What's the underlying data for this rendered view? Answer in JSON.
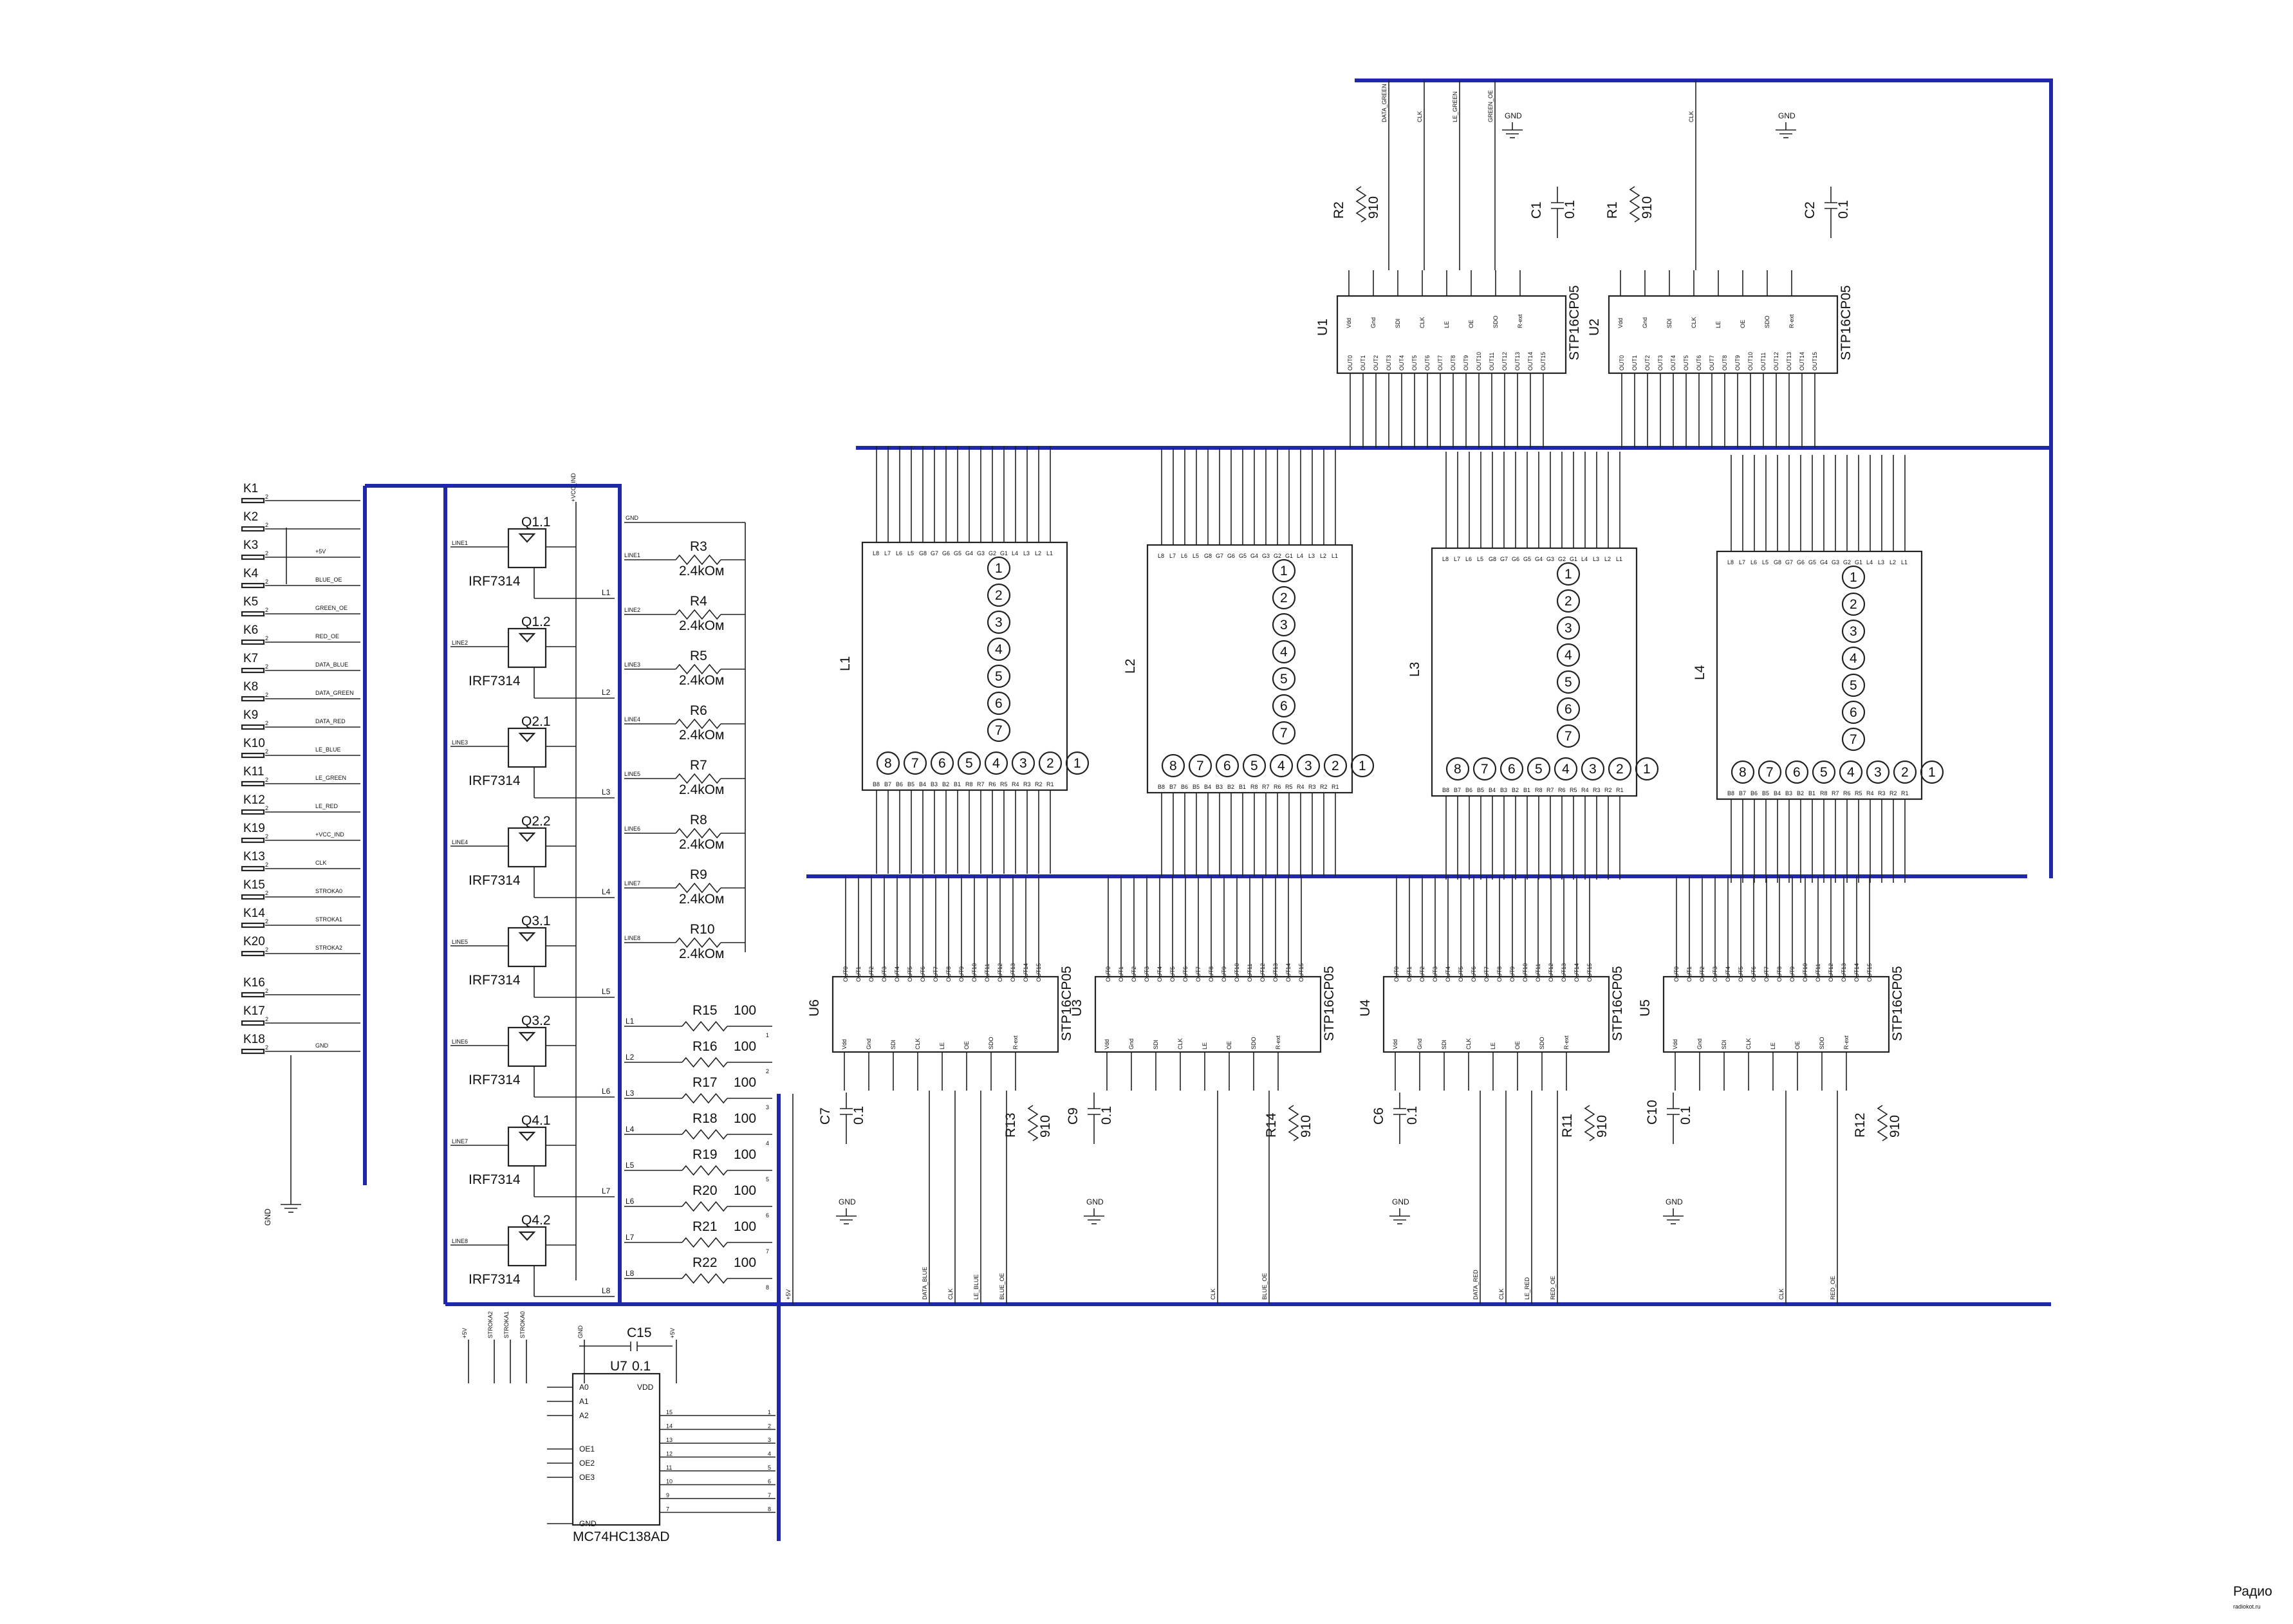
{
  "connectors": [
    "K1",
    "K2",
    "K3",
    "K4",
    "K5",
    "K6",
    "K7",
    "K8",
    "K9",
    "K10",
    "K11",
    "K12",
    "K19",
    "K13",
    "K15",
    "K14",
    "K20",
    "K16",
    "K17",
    "K18"
  ],
  "connector_nets": [
    "",
    "",
    "+5V",
    "BLUE_OE",
    "GREEN_OE",
    "RED_OE",
    "DATA_BLUE",
    "DATA_GREEN",
    "DATA_RED",
    "LE_BLUE",
    "LE_GREEN",
    "LE_RED",
    "+VCC_IND",
    "CLK",
    "STROKA0",
    "STROKA1",
    "STROKA2",
    "",
    "",
    "GND"
  ],
  "gnd_label": "GND",
  "vcc_label": "+5V",
  "vcc_ind_label": "+VCC_IND",
  "mosfets": [
    {
      "ref": "Q1.1",
      "part": "IRF7314",
      "gate": "LINE1",
      "out": "L1"
    },
    {
      "ref": "Q1.2",
      "part": "IRF7314",
      "gate": "LINE2",
      "out": "L2"
    },
    {
      "ref": "Q2.1",
      "part": "IRF7314",
      "gate": "LINE3",
      "out": "L3"
    },
    {
      "ref": "Q2.2",
      "part": "IRF7314",
      "gate": "LINE4",
      "out": "L4"
    },
    {
      "ref": "Q3.1",
      "part": "IRF7314",
      "gate": "LINE5",
      "out": "L5"
    },
    {
      "ref": "Q3.2",
      "part": "IRF7314",
      "gate": "LINE6",
      "out": "L6"
    },
    {
      "ref": "Q4.1",
      "part": "IRF7314",
      "gate": "LINE7",
      "out": "L7"
    },
    {
      "ref": "Q4.2",
      "part": "IRF7314",
      "gate": "LINE8",
      "out": "L8"
    }
  ],
  "pullups": [
    {
      "ref": "R3",
      "value": "2.4kOм",
      "net": "LINE1"
    },
    {
      "ref": "R4",
      "value": "2.4kOм",
      "net": "LINE2"
    },
    {
      "ref": "R5",
      "value": "2.4kOм",
      "net": "LINE3"
    },
    {
      "ref": "R6",
      "value": "2.4kOм",
      "net": "LINE4"
    },
    {
      "ref": "R7",
      "value": "2.4kOм",
      "net": "LINE5"
    },
    {
      "ref": "R8",
      "value": "2.4kOм",
      "net": "LINE6"
    },
    {
      "ref": "R9",
      "value": "2.4kOм",
      "net": "LINE7"
    },
    {
      "ref": "R10",
      "value": "2.4kOм",
      "net": "LINE8"
    }
  ],
  "series_res": [
    {
      "ref": "R15",
      "value": "100",
      "net": "L1",
      "pin": "1"
    },
    {
      "ref": "R16",
      "value": "100",
      "net": "L2",
      "pin": "2"
    },
    {
      "ref": "R17",
      "value": "100",
      "net": "L3",
      "pin": "3"
    },
    {
      "ref": "R18",
      "value": "100",
      "net": "L4",
      "pin": "4"
    },
    {
      "ref": "R19",
      "value": "100",
      "net": "L5",
      "pin": "5"
    },
    {
      "ref": "R20",
      "value": "100",
      "net": "L6",
      "pin": "6"
    },
    {
      "ref": "R21",
      "value": "100",
      "net": "L7",
      "pin": "7"
    },
    {
      "ref": "R22",
      "value": "100",
      "net": "L8",
      "pin": "8"
    }
  ],
  "decoder": {
    "ref": "U7",
    "part": "MC74HC138AD",
    "cap_ref": "C15",
    "cap_value": "0.1",
    "pins_left": [
      "A0",
      "A1",
      "A2",
      "OE1",
      "OE2",
      "OE3",
      "GND"
    ],
    "pins_right": [
      "VDD"
    ],
    "nets_top": [
      "+5V",
      "STROKA2",
      "STROKA1",
      "STROKA0",
      "GND",
      "+5V"
    ],
    "outputs": [
      "1",
      "2",
      "3",
      "4",
      "5",
      "6",
      "7",
      "8"
    ],
    "out_pins": [
      "15",
      "14",
      "13",
      "12",
      "11",
      "10",
      "9",
      "7"
    ]
  },
  "matrices": [
    {
      "ref": "L1",
      "rows": [
        "1",
        "2",
        "3",
        "4",
        "5",
        "6",
        "7"
      ],
      "cols": [
        "8",
        "7",
        "6",
        "5",
        "4",
        "3",
        "2",
        "1"
      ]
    },
    {
      "ref": "L2",
      "rows": [
        "1",
        "2",
        "3",
        "4",
        "5",
        "6",
        "7"
      ],
      "cols": [
        "8",
        "7",
        "6",
        "5",
        "4",
        "3",
        "2",
        "1"
      ]
    },
    {
      "ref": "L3",
      "rows": [
        "1",
        "2",
        "3",
        "4",
        "5",
        "6",
        "7"
      ],
      "cols": [
        "8",
        "7",
        "6",
        "5",
        "4",
        "3",
        "2",
        "1"
      ]
    },
    {
      "ref": "L4",
      "rows": [
        "1",
        "2",
        "3",
        "4",
        "5",
        "6",
        "7"
      ],
      "cols": [
        "8",
        "7",
        "6",
        "5",
        "4",
        "3",
        "2",
        "1"
      ]
    }
  ],
  "matrix_top_pins": [
    "L8",
    "L7",
    "L6",
    "L5",
    "G8",
    "G7",
    "G6",
    "G5",
    "G4",
    "G3",
    "G2",
    "G1",
    "L4",
    "L3",
    "L2",
    "L1"
  ],
  "matrix_bottom_pins": [
    "B8",
    "B7",
    "B6",
    "B5",
    "B4",
    "B3",
    "B2",
    "B1",
    "R8",
    "R7",
    "R6",
    "R5",
    "R4",
    "R3",
    "R2",
    "R1"
  ],
  "drivers": [
    {
      "ref": "U1",
      "part": "STP16CP05",
      "res": "R2",
      "res_value": "910",
      "cap": "C1",
      "cap_value": "0.1",
      "oe": "GREEN_OE",
      "clk": "CLK",
      "le": "LE_GREEN",
      "sdi": "DATA_GREEN"
    },
    {
      "ref": "U2",
      "part": "STP16CP05",
      "res": "R1",
      "res_value": "910",
      "cap": "C2",
      "cap_value": "0.1",
      "oe": "",
      "clk": "CLK",
      "le": "",
      "sdi": ""
    },
    {
      "ref": "U6",
      "part": "STP16CP05",
      "res": "R13",
      "res_value": "910",
      "cap": "C7",
      "cap_value": "0.1",
      "oe": "BLUE_OE",
      "clk": "CLK",
      "le": "LE_BLUE",
      "sdi": "DATA_BLUE"
    },
    {
      "ref": "U3",
      "part": "STP16CP05",
      "res": "R14",
      "res_value": "910",
      "cap": "C9",
      "cap_value": "0.1",
      "oe": "BLUE_OE",
      "clk": "CLK",
      "le": "",
      "sdi": ""
    },
    {
      "ref": "U4",
      "part": "STP16CP05",
      "res": "R11",
      "res_value": "910",
      "cap": "C6",
      "cap_value": "0.1",
      "oe": "RED_OE",
      "clk": "CLK",
      "le": "LE_RED",
      "sdi": "DATA_RED"
    },
    {
      "ref": "U5",
      "part": "STP16CP05",
      "res": "R12",
      "res_value": "910",
      "cap": "C10",
      "cap_value": "0.1",
      "oe": "RED_OE",
      "clk": "CLK",
      "le": "",
      "sdi": ""
    }
  ],
  "driver_pins": [
    "Vdd",
    "Gnd",
    "SDI",
    "CLK",
    "LE",
    "OE",
    "SDO",
    "R-ext"
  ],
  "driver_out": [
    "OUT0",
    "OUT1",
    "OUT2",
    "OUT3",
    "OUT4",
    "OUT5",
    "OUT6",
    "OUT7",
    "OUT8",
    "OUT9",
    "OUT10",
    "OUT11",
    "OUT12",
    "OUT13",
    "OUT14",
    "OUT15"
  ],
  "watermark": {
    "line1": "Радио",
    "line2": "radiokot.ru"
  }
}
